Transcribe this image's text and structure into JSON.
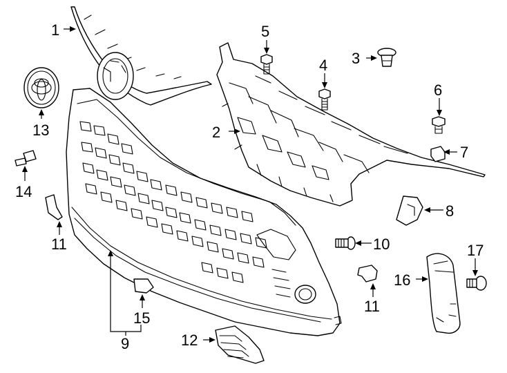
{
  "callouts": {
    "c1": "1",
    "c2": "2",
    "c3": "3",
    "c4": "4",
    "c5": "5",
    "c6": "6",
    "c7": "7",
    "c8": "8",
    "c9": "9",
    "c10": "10",
    "c11a": "11",
    "c11b": "11",
    "c12": "12",
    "c13": "13",
    "c14": "14",
    "c15": "15",
    "c16": "16",
    "c17": "17"
  }
}
